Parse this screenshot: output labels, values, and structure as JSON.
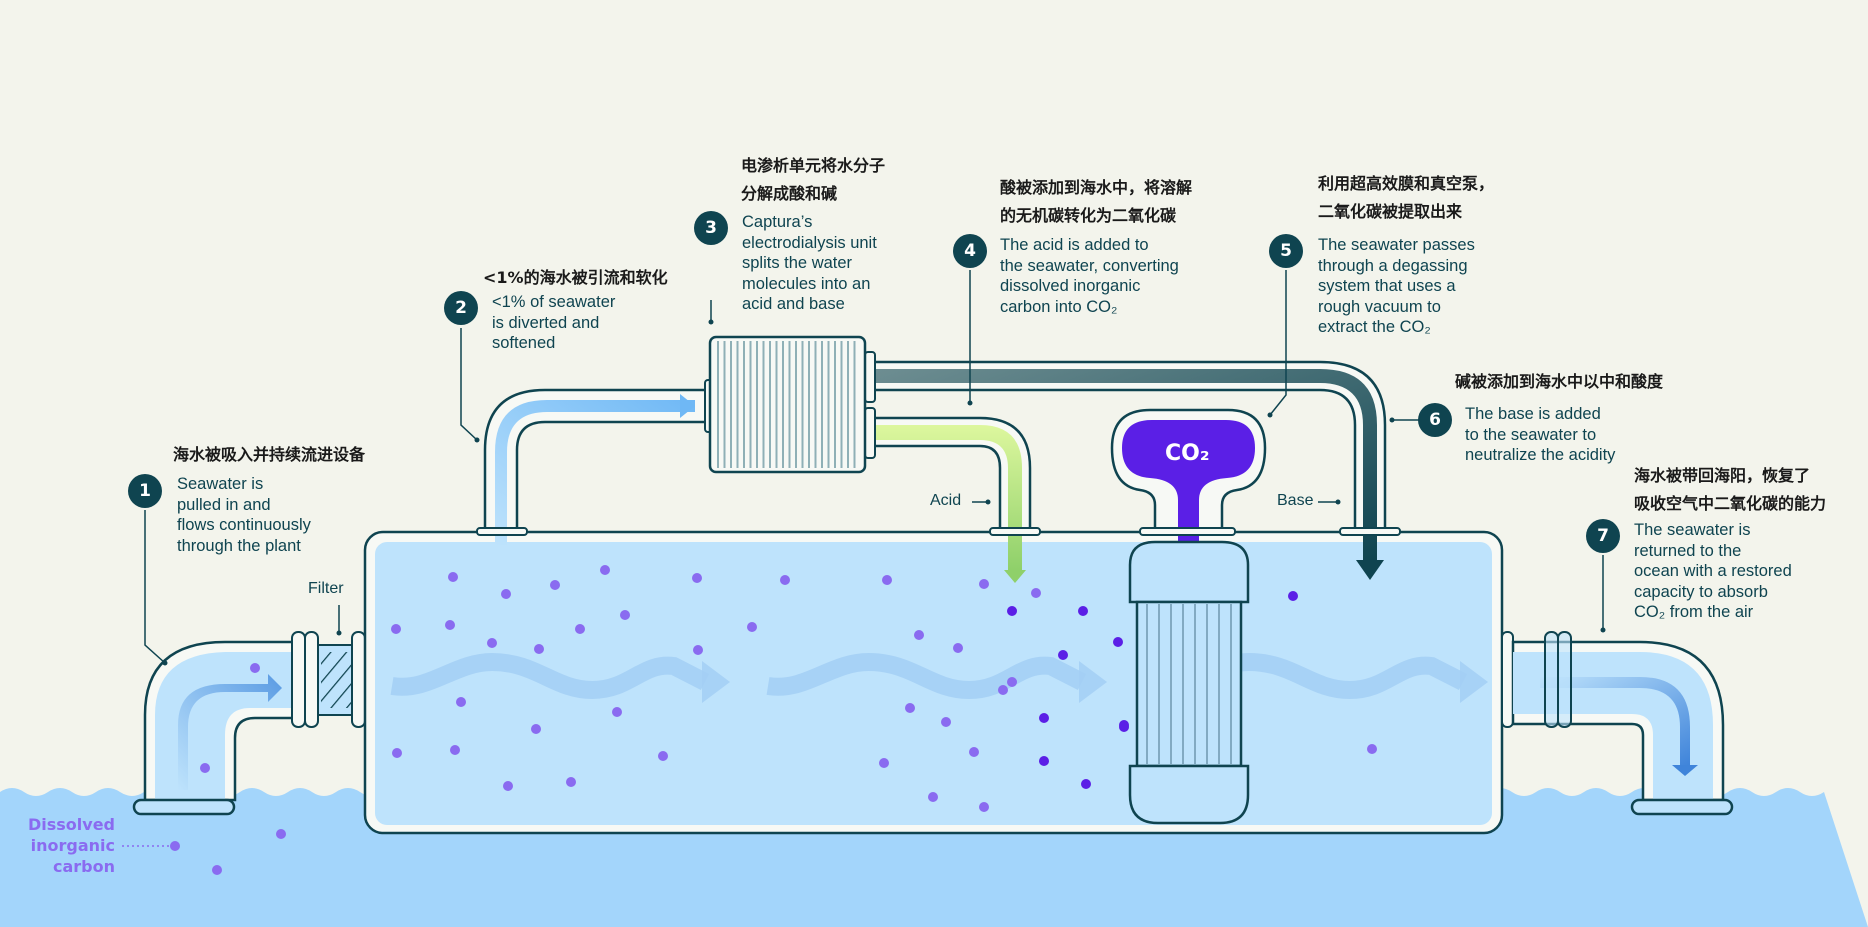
{
  "colors": {
    "background": "#F3F4EC",
    "ocean": "#A3D5FB",
    "tank_water": "#BEE3FC",
    "outline": "#0F4450",
    "dic_dot": "#8A6BF0",
    "co2_dot": "#5B1FE6",
    "acid": "#D6F59A",
    "base": "#1F4F58",
    "co2_bulb": "#5B1FE6",
    "flow_arrow": "#4A8FE0"
  },
  "steps": [
    {
      "number": "1",
      "zh": [
        "海水被吸入并持续流进设备"
      ],
      "en": [
        "Seawater is",
        "pulled in and",
        "flows continuously",
        "through the plant"
      ]
    },
    {
      "number": "2",
      "zh": [
        "<1%的海水被引流和软化"
      ],
      "en": [
        "<1% of seawater",
        "is diverted and",
        "softened"
      ]
    },
    {
      "number": "3",
      "zh": [
        "电渗析单元将水分子",
        "分解成酸和碱"
      ],
      "en": [
        "Captura’s",
        "electrodialysis unit",
        "splits the water",
        "molecules into an",
        "acid and base"
      ]
    },
    {
      "number": "4",
      "zh": [
        "酸被添加到海水中，将溶解",
        "的无机碳转化为二氧化碳"
      ],
      "en": [
        "The acid is added to",
        "the seawater, converting",
        "dissolved inorganic",
        "carbon into CO₂"
      ]
    },
    {
      "number": "5",
      "zh": [
        "利用超高效膜和真空泵，",
        "二氧化碳被提取出来"
      ],
      "en": [
        "The seawater passes",
        "through a degassing",
        "system that uses a",
        "rough vacuum to",
        "extract the CO₂"
      ]
    },
    {
      "number": "6",
      "zh": [
        "碱被添加到海水中以中和酸度"
      ],
      "en": [
        "The base is added",
        "to the seawater to",
        "neutralize the acidity"
      ]
    },
    {
      "number": "7",
      "zh": [
        "海水被带回海阳，恢复了",
        "吸收空气中二氧化碳的能力"
      ],
      "en": [
        "The seawater is",
        "returned to the",
        "ocean with a restored",
        "capacity to absorb",
        "CO₂ from the air"
      ]
    }
  ],
  "labels": {
    "filter": "Filter",
    "acid": "Acid",
    "base": "Base",
    "co2_bulb": "CO₂",
    "dissolved_inorganic_carbon": [
      "Dissolved",
      "inorganic",
      "carbon"
    ]
  }
}
